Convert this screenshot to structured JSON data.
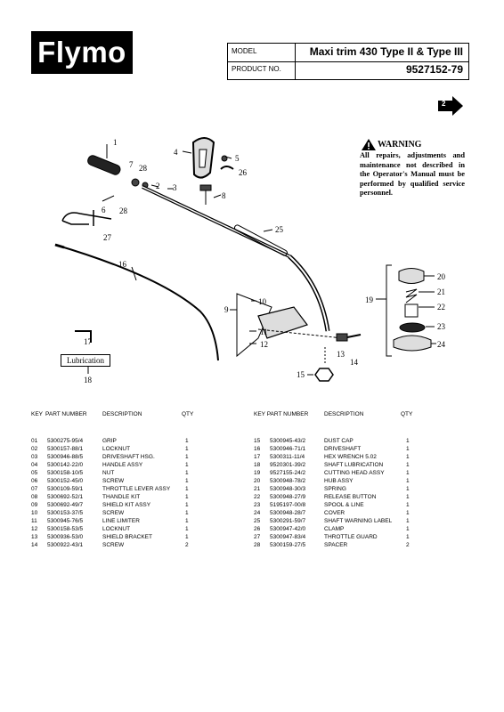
{
  "brand": "Flymo",
  "header": {
    "model_label": "MODEL",
    "model_value": "Maxi trim 430 Type II & Type III",
    "product_label": "PRODUCT NO.",
    "product_value": "9527152-79"
  },
  "page_badge": "2",
  "warning": {
    "title": "WARNING",
    "body": "All repairs, adjustments and maintenance not described in the Operator's Manual must be performed by qualified service personnel."
  },
  "lubrication_label": "Lubrication",
  "callouts": [
    "1",
    "2",
    "3",
    "4",
    "5",
    "6",
    "7",
    "8",
    "9",
    "10",
    "11",
    "12",
    "13",
    "14",
    "15",
    "16",
    "17",
    "18",
    "19",
    "20",
    "21",
    "22",
    "23",
    "24",
    "25",
    "26",
    "27",
    "28",
    "28"
  ],
  "parts_table": {
    "headers": {
      "key": "KEY",
      "part": "PART NUMBER",
      "desc": "DESCRIPTION",
      "qty": "QTY",
      "key_part_right": "KEY PART NUMBER"
    },
    "left": [
      {
        "key": "01",
        "part": "5300275-95/4",
        "desc": "GRIP",
        "qty": "1"
      },
      {
        "key": "02",
        "part": "5300157-88/1",
        "desc": "LOCKNUT",
        "qty": "1"
      },
      {
        "key": "03",
        "part": "5300946-88/5",
        "desc": "DRIVESHAFT HSG.",
        "qty": "1"
      },
      {
        "key": "04",
        "part": "5300142-22/0",
        "desc": "HANDLE ASSY",
        "qty": "1"
      },
      {
        "key": "05",
        "part": "5300158-10/5",
        "desc": "NUT",
        "qty": "1"
      },
      {
        "key": "06",
        "part": "5300152-45/0",
        "desc": "SCREW",
        "qty": "1"
      },
      {
        "key": "07",
        "part": "5300109-59/1",
        "desc": "THROTTLE LEVER ASSY",
        "qty": "1"
      },
      {
        "key": "08",
        "part": "5300692-52/1",
        "desc": "THANDLE KIT",
        "qty": "1"
      },
      {
        "key": "09",
        "part": "5300692-49/7",
        "desc": "SHIELD KIT ASSY",
        "qty": "1"
      },
      {
        "key": "10",
        "part": "5300153-37/5",
        "desc": "SCREW",
        "qty": "1"
      },
      {
        "key": "11",
        "part": "5300945-76/5",
        "desc": "LINE LIMITER",
        "qty": "1"
      },
      {
        "key": "12",
        "part": "5300158-53/5",
        "desc": "LOCKNUT",
        "qty": "1"
      },
      {
        "key": "13",
        "part": "5300936-53/0",
        "desc": "SHIELD BRACKET",
        "qty": "1"
      },
      {
        "key": "14",
        "part": "5300922-43/1",
        "desc": "SCREW",
        "qty": "2"
      }
    ],
    "right": [
      {
        "key": "15",
        "part": "5300945-43/2",
        "desc": "DUST CAP",
        "qty": "1"
      },
      {
        "key": "16",
        "part": "5300946-71/1",
        "desc": "DRIVESHAFT",
        "qty": "1"
      },
      {
        "key": "17",
        "part": "5300311-11/4",
        "desc": "HEX WRENCH 5.02",
        "qty": "1"
      },
      {
        "key": "18",
        "part": "9520301-39/2",
        "desc": "SHAFT LUBRICATION",
        "qty": "1"
      },
      {
        "key": "19",
        "part": "9527155-24/2",
        "desc": "CUTTING HEAD ASSY",
        "qty": "1"
      },
      {
        "key": "20",
        "part": "5300948-78/2",
        "desc": "HUB ASSY",
        "qty": "1"
      },
      {
        "key": "21",
        "part": "5300948-30/3",
        "desc": "SPRING",
        "qty": "1"
      },
      {
        "key": "22",
        "part": "5300948-27/9",
        "desc": "RELEASE BUTTON",
        "qty": "1"
      },
      {
        "key": "23",
        "part": "5195197-00/8",
        "desc": "SPOOL & LINE",
        "qty": "1"
      },
      {
        "key": "24",
        "part": "5300948-28/7",
        "desc": "COVER",
        "qty": "1"
      },
      {
        "key": "25",
        "part": "5300291-59/7",
        "desc": "SHAFT WARNING LABEL",
        "qty": "1"
      },
      {
        "key": "26",
        "part": "5300947-42/0",
        "desc": "CLAMP",
        "qty": "1"
      },
      {
        "key": "27",
        "part": "5300947-83/4",
        "desc": "THROTTLE GUARD",
        "qty": "1"
      },
      {
        "key": "28",
        "part": "5300159-27/5",
        "desc": "SPACER",
        "qty": "2"
      }
    ]
  }
}
